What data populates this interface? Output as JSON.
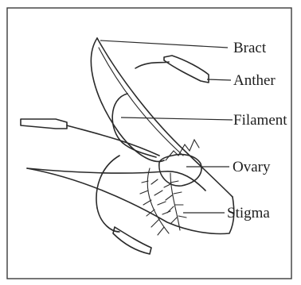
{
  "labels": {
    "bract": "Bract",
    "anther": "Anther",
    "filament": "Filament",
    "ovary": "Ovary",
    "stigma": "Stigma"
  }
}
